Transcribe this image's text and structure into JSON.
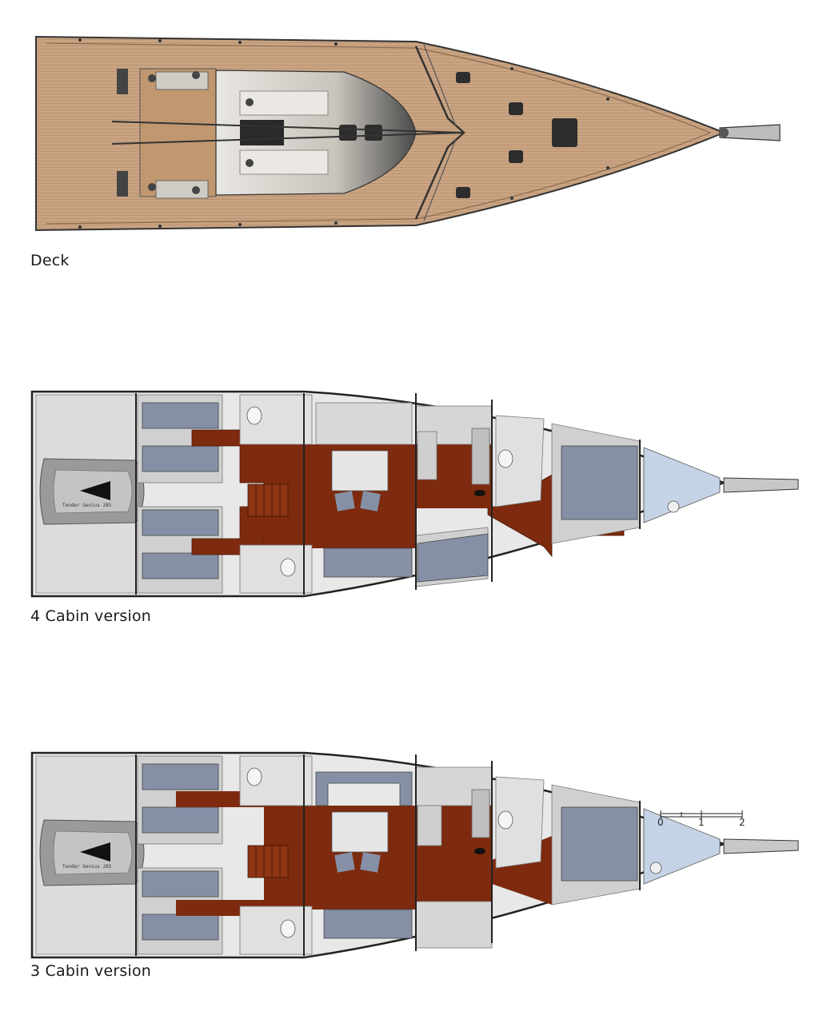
{
  "captions": {
    "deck": "Deck",
    "four_cabin": "4 Cabin version",
    "three_cabin": "3 Cabin version"
  },
  "tender_label": "Tender Genius 285",
  "scale_labels": [
    "0",
    "1",
    "2"
  ],
  "colors": {
    "teak": "#c9a483",
    "teak_dark": "#b58c6a",
    "hull_outline": "#222222",
    "sole": "#7d2a0e",
    "berth": "#8590a6",
    "light_blue": "#c5d3e6",
    "grey_fill": "#d4d4d4",
    "light_grey": "#e8e8e8",
    "tender_grey": "#9a9a9a"
  }
}
